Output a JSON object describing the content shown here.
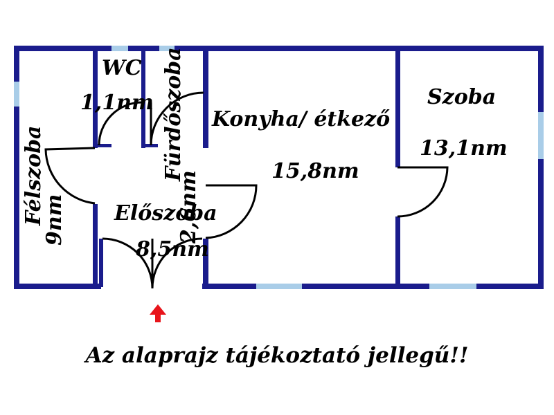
{
  "rooms": {
    "wc": {
      "name": "WC",
      "area": "1,1nm"
    },
    "furdoszoba": {
      "name": "Fürdőszoba",
      "area": "2,6nm"
    },
    "konyha": {
      "name": "Konyha/ étkező",
      "area": "15,8nm"
    },
    "szoba": {
      "name": "Szoba",
      "area": "13,1nm"
    },
    "felszoba": {
      "name": "Félszoba",
      "area": "9nm"
    },
    "eloszoba": {
      "name": "Előszoba",
      "area": "8,5nm"
    }
  },
  "disclaimer": "Az alaprajz tájékoztató jellegű!!",
  "colors": {
    "wall": "#1a1c8c",
    "window": "#a9cde8",
    "entrance_arrow": "#e8141b"
  }
}
